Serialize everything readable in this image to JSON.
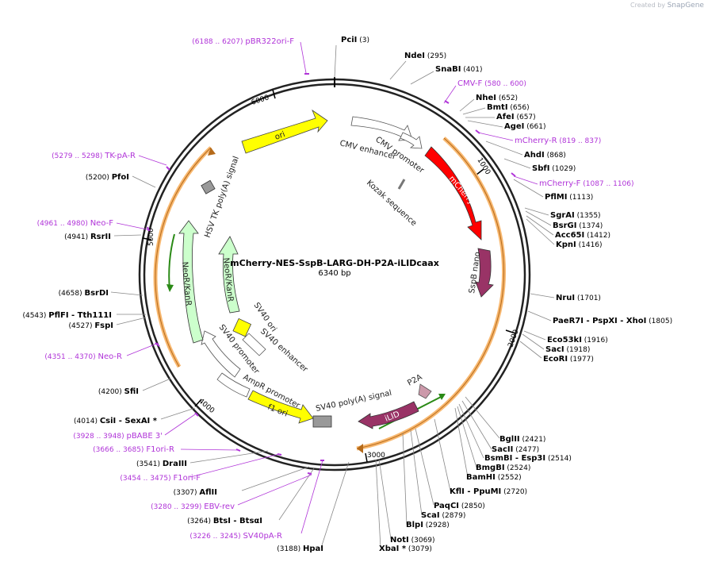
{
  "credit": {
    "prefix": "Created by",
    "brand": "SnapGene"
  },
  "plasmid": {
    "name": "mCherry-NES-SspB-LARG-DH-P2A-iLIDcaax",
    "length": "6340 bp"
  },
  "ticks": [
    "1000",
    "2000",
    "3000",
    "4000",
    "5000",
    "6000"
  ],
  "features": [
    {
      "label": "ori",
      "color": "#ffff00"
    },
    {
      "label": "CMV enhancer",
      "color": "#ffffff"
    },
    {
      "label": "CMV promoter",
      "color": "#ffffff"
    },
    {
      "label": "mCherry",
      "color": "#ff0000"
    },
    {
      "label": "Kozak sequence",
      "color": "#888888"
    },
    {
      "label": "SspB nano",
      "color": "#993366"
    },
    {
      "label": "iLID",
      "color": "#993366"
    },
    {
      "label": "P2A",
      "color": "#cc99aa"
    },
    {
      "label": "SV40 poly(A) signal",
      "color": "#999999"
    },
    {
      "label": "f1 ori",
      "color": "#ffff00"
    },
    {
      "label": "AmpR promoter",
      "color": "#ffffff"
    },
    {
      "label": "SV40 promoter",
      "color": "#ffffff"
    },
    {
      "label": "SV40 ori",
      "color": "#ffff00"
    },
    {
      "label": "SV40 enhancer",
      "color": "#ffffff"
    },
    {
      "label": "NeoR/KanR",
      "color": "#ccffcc"
    },
    {
      "label": "NeoR/KanR",
      "color": "#ccffcc"
    },
    {
      "label": "HSV TK poly(A) signal",
      "color": "#999999"
    }
  ],
  "labels": [
    {
      "pre": "",
      "name": "PciI",
      "pos": "(3)",
      "type": "enz"
    },
    {
      "pre": "",
      "name": "NdeI",
      "pos": "(295)",
      "type": "enz"
    },
    {
      "pre": "",
      "name": "SnaBI",
      "pos": "(401)",
      "type": "enz"
    },
    {
      "pre": "",
      "name": "CMV-F",
      "pos": "(580 .. 600)",
      "type": "prm"
    },
    {
      "pre": "",
      "name": "NheI",
      "pos": "(652)",
      "type": "enz"
    },
    {
      "pre": "",
      "name": "BmtI",
      "pos": "(656)",
      "type": "enz"
    },
    {
      "pre": "",
      "name": "AfeI",
      "pos": "(657)",
      "type": "enz"
    },
    {
      "pre": "",
      "name": "AgeI",
      "pos": "(661)",
      "type": "enz"
    },
    {
      "pre": "",
      "name": "mCherry-R",
      "pos": "(819 .. 837)",
      "type": "prm"
    },
    {
      "pre": "",
      "name": "AhdI",
      "pos": "(868)",
      "type": "enz"
    },
    {
      "pre": "",
      "name": "SbfI",
      "pos": "(1029)",
      "type": "enz"
    },
    {
      "pre": "",
      "name": "mCherry-F",
      "pos": "(1087 .. 1106)",
      "type": "prm"
    },
    {
      "pre": "",
      "name": "PflMI",
      "pos": "(1113)",
      "type": "enz"
    },
    {
      "pre": "",
      "name": "SgrAI",
      "pos": "(1355)",
      "type": "enz"
    },
    {
      "pre": "",
      "name": "BsrGI",
      "pos": "(1374)",
      "type": "enz"
    },
    {
      "pre": "",
      "name": "Acc65I",
      "pos": "(1412)",
      "type": "enz"
    },
    {
      "pre": "",
      "name": "KpnI",
      "pos": "(1416)",
      "type": "enz"
    },
    {
      "pre": "",
      "name": "NruI",
      "pos": "(1701)",
      "type": "enz"
    },
    {
      "pre": "",
      "name": "PaeR7I   -  PspXI   -  XhoI",
      "pos": "(1805)",
      "type": "enz"
    },
    {
      "pre": "",
      "name": "Eco53kI",
      "pos": "(1916)",
      "type": "enz"
    },
    {
      "pre": "",
      "name": "SacI",
      "pos": "(1918)",
      "type": "enz"
    },
    {
      "pre": "",
      "name": "EcoRI",
      "pos": "(1977)",
      "type": "enz"
    },
    {
      "pre": "",
      "name": "BglII",
      "pos": "(2421)",
      "type": "enz"
    },
    {
      "pre": "",
      "name": "SacII",
      "pos": "(2477)",
      "type": "enz"
    },
    {
      "pre": "",
      "name": "BsmBI   -  Esp3I",
      "pos": "(2514)",
      "type": "enz"
    },
    {
      "pre": "",
      "name": "BmgBI",
      "pos": "(2524)",
      "type": "enz"
    },
    {
      "pre": "",
      "name": "BamHI",
      "pos": "(2552)",
      "type": "enz"
    },
    {
      "pre": "",
      "name": "KflI   -  PpuMI",
      "pos": "(2720)",
      "type": "enz"
    },
    {
      "pre": "",
      "name": "PaqCI",
      "pos": "(2850)",
      "type": "enz"
    },
    {
      "pre": "",
      "name": "ScaI",
      "pos": "(2879)",
      "type": "enz"
    },
    {
      "pre": "",
      "name": "BlpI",
      "pos": "(2928)",
      "type": "enz"
    },
    {
      "pre": "",
      "name": "NotI",
      "pos": "(3069)",
      "type": "enz"
    },
    {
      "pre": "",
      "name": "XbaI *",
      "pos": "(3079)",
      "type": "enz"
    },
    {
      "pre": "(3188)",
      "name": "HpaI",
      "pos": "",
      "type": "enz"
    },
    {
      "pre": "(3226 .. 3245)",
      "name": "SV40pA-R",
      "pos": "",
      "type": "prm"
    },
    {
      "pre": "(3264)",
      "name": "BtsI   -  BtsαI",
      "pos": "",
      "type": "enz"
    },
    {
      "pre": "(3280 .. 3299)",
      "name": "EBV-rev",
      "pos": "",
      "type": "prm"
    },
    {
      "pre": "(3307)",
      "name": "AflII",
      "pos": "",
      "type": "enz"
    },
    {
      "pre": "(3454 .. 3475)",
      "name": "F1ori-F",
      "pos": "",
      "type": "prm"
    },
    {
      "pre": "(3541)",
      "name": "DraIII",
      "pos": "",
      "type": "enz"
    },
    {
      "pre": "(3666 .. 3685)",
      "name": "F1ori-R",
      "pos": "",
      "type": "prm"
    },
    {
      "pre": "(3928 .. 3948)",
      "name": "pBABE 3'",
      "pos": "",
      "type": "prm"
    },
    {
      "pre": "(4014)",
      "name": "CsiI   -  SexAI *",
      "pos": "",
      "type": "enz"
    },
    {
      "pre": "(4200)",
      "name": "SfiI",
      "pos": "",
      "type": "enz"
    },
    {
      "pre": "(4351 .. 4370)",
      "name": "Neo-R",
      "pos": "",
      "type": "prm"
    },
    {
      "pre": "(4527)",
      "name": "FspI",
      "pos": "",
      "type": "enz"
    },
    {
      "pre": "(4543)",
      "name": "PflFI   -  Tth111I",
      "pos": "",
      "type": "enz"
    },
    {
      "pre": "(4658)",
      "name": "BsrDI",
      "pos": "",
      "type": "enz"
    },
    {
      "pre": "(4941)",
      "name": "RsrII",
      "pos": "",
      "type": "enz"
    },
    {
      "pre": "(4961 .. 4980)",
      "name": "Neo-F",
      "pos": "",
      "type": "prm"
    },
    {
      "pre": "(5200)",
      "name": "PfoI",
      "pos": "",
      "type": "enz"
    },
    {
      "pre": "(5279 .. 5298)",
      "name": "TK-pA-R",
      "pos": "",
      "type": "prm"
    },
    {
      "pre": "(6188 .. 6207)",
      "name": "pBR322ori-F",
      "pos": "",
      "type": "prm"
    }
  ]
}
